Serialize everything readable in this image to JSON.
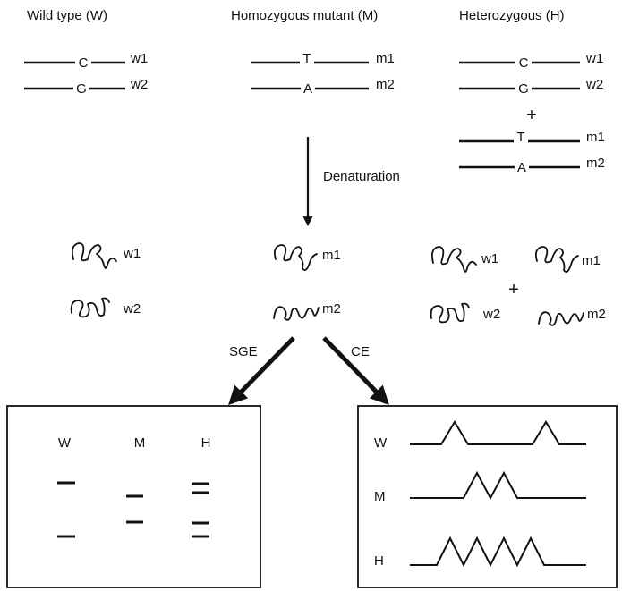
{
  "headers": {
    "wild": "Wild   type (W)",
    "homo": "Homozygous mutant (M)",
    "hetero": "Heterozygous (H)"
  },
  "bases": {
    "c": "C",
    "g": "G",
    "t": "T",
    "a": "A"
  },
  "strands": {
    "w1": "w1",
    "w2": "w2",
    "m1": "m1",
    "m2": "m2"
  },
  "plus": "+",
  "denaturation": "Denaturation",
  "methods": {
    "sge": "SGE",
    "ce": "CE"
  },
  "gel": {
    "lanes": [
      "W",
      "M",
      "H"
    ]
  },
  "ce": {
    "rows": [
      "W",
      "M",
      "H"
    ]
  }
}
